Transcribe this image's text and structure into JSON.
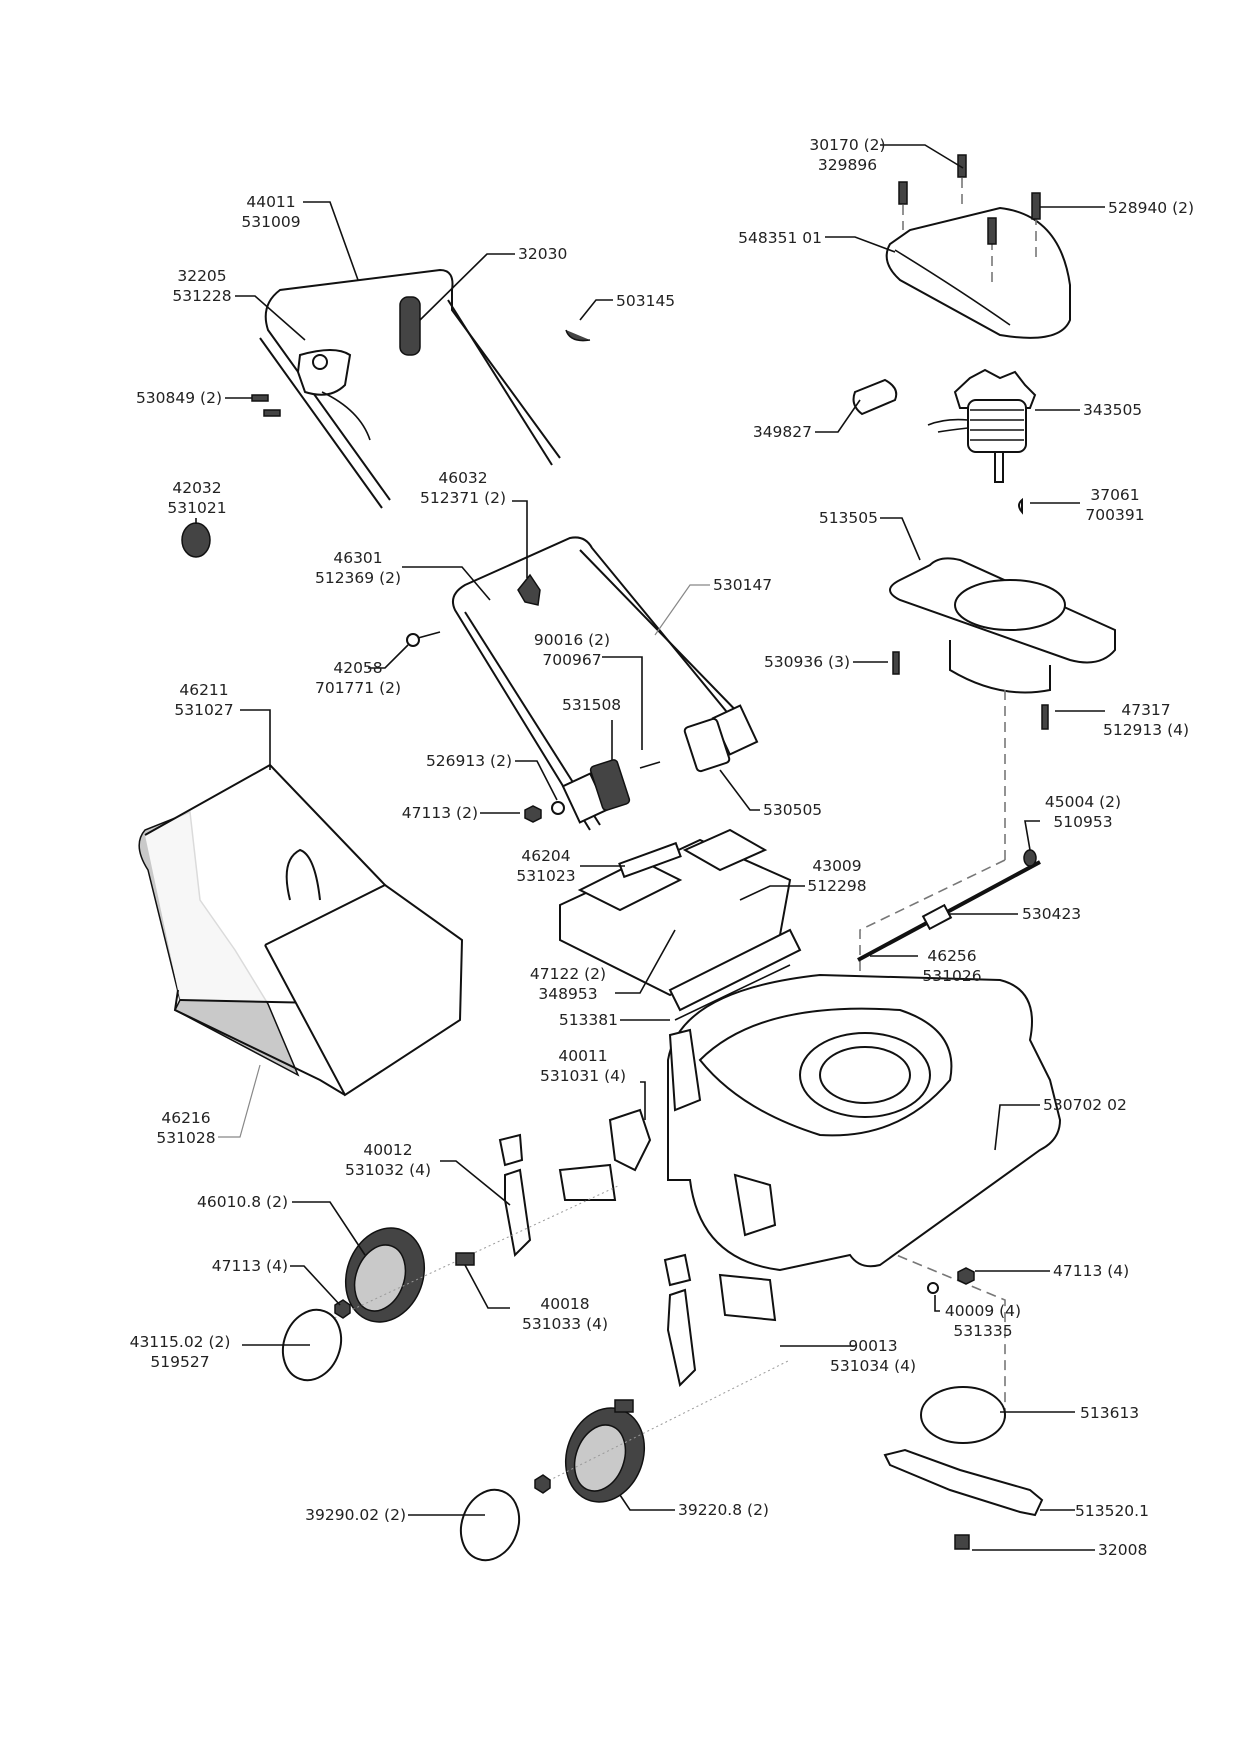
{
  "diagram": {
    "title": "Lawn mower exploded parts diagram",
    "parts": [
      {
        "id": "p30170",
        "lines": [
          "30170 (2)",
          "329896"
        ]
      },
      {
        "id": "p528940",
        "lines": [
          "528940 (2)"
        ]
      },
      {
        "id": "p548351",
        "lines": [
          "548351 01"
        ]
      },
      {
        "id": "p44011",
        "lines": [
          "44011",
          "531009"
        ]
      },
      {
        "id": "p32030",
        "lines": [
          "32030"
        ]
      },
      {
        "id": "p32205",
        "lines": [
          "32205",
          "531228"
        ]
      },
      {
        "id": "p503145",
        "lines": [
          "503145"
        ]
      },
      {
        "id": "p530849",
        "lines": [
          "530849 (2)"
        ]
      },
      {
        "id": "p349827",
        "lines": [
          "349827"
        ]
      },
      {
        "id": "p343505",
        "lines": [
          "343505"
        ]
      },
      {
        "id": "p42032",
        "lines": [
          "42032",
          "531021"
        ]
      },
      {
        "id": "p37061",
        "lines": [
          "37061",
          "700391"
        ]
      },
      {
        "id": "p46032",
        "lines": [
          "46032",
          "512371 (2)"
        ]
      },
      {
        "id": "p513505",
        "lines": [
          "513505"
        ]
      },
      {
        "id": "p46301",
        "lines": [
          "46301",
          "512369 (2)"
        ]
      },
      {
        "id": "p530147",
        "lines": [
          "530147"
        ]
      },
      {
        "id": "p90016",
        "lines": [
          "90016 (2)",
          "700967"
        ]
      },
      {
        "id": "p530936",
        "lines": [
          "530936 (3)"
        ]
      },
      {
        "id": "p42058",
        "lines": [
          "42058",
          "701771 (2)"
        ]
      },
      {
        "id": "p46211",
        "lines": [
          "46211",
          "531027"
        ]
      },
      {
        "id": "p531508",
        "lines": [
          "531508"
        ]
      },
      {
        "id": "p47317",
        "lines": [
          "47317",
          "512913 (4)"
        ]
      },
      {
        "id": "p526913",
        "lines": [
          "526913 (2)"
        ]
      },
      {
        "id": "p47113a",
        "lines": [
          "47113 (2)"
        ]
      },
      {
        "id": "p530505",
        "lines": [
          "530505"
        ]
      },
      {
        "id": "p45004",
        "lines": [
          "45004 (2)",
          "510953"
        ]
      },
      {
        "id": "p46204",
        "lines": [
          "46204",
          "531023"
        ]
      },
      {
        "id": "p43009",
        "lines": [
          "43009",
          "512298"
        ]
      },
      {
        "id": "p530423",
        "lines": [
          "530423"
        ]
      },
      {
        "id": "p47122",
        "lines": [
          "47122 (2)",
          "348953"
        ]
      },
      {
        "id": "p46256",
        "lines": [
          "46256",
          "531026"
        ]
      },
      {
        "id": "p513381",
        "lines": [
          "513381"
        ]
      },
      {
        "id": "p40011",
        "lines": [
          "40011",
          "531031 (4)"
        ]
      },
      {
        "id": "p46216",
        "lines": [
          "46216",
          "531028"
        ]
      },
      {
        "id": "p530702",
        "lines": [
          "530702 02"
        ]
      },
      {
        "id": "p40012",
        "lines": [
          "40012",
          "531032 (4)"
        ]
      },
      {
        "id": "p46010",
        "lines": [
          "46010.8 (2)"
        ]
      },
      {
        "id": "p47113b",
        "lines": [
          "47113 (4)"
        ]
      },
      {
        "id": "p47113c",
        "lines": [
          "47113 (4)"
        ]
      },
      {
        "id": "p40018",
        "lines": [
          "40018",
          "531033 (4)"
        ]
      },
      {
        "id": "p40009",
        "lines": [
          "40009 (4)",
          "531335"
        ]
      },
      {
        "id": "p43115",
        "lines": [
          "43115.02 (2)",
          "519527"
        ]
      },
      {
        "id": "p90013",
        "lines": [
          "90013",
          "531034 (4)"
        ]
      },
      {
        "id": "p513613",
        "lines": [
          "513613"
        ]
      },
      {
        "id": "p513520",
        "lines": [
          "513520.1"
        ]
      },
      {
        "id": "p39220",
        "lines": [
          "39220.8 (2)"
        ]
      },
      {
        "id": "p39290",
        "lines": [
          "39290.02 (2)"
        ]
      },
      {
        "id": "p32008",
        "lines": [
          "32008"
        ]
      }
    ]
  }
}
